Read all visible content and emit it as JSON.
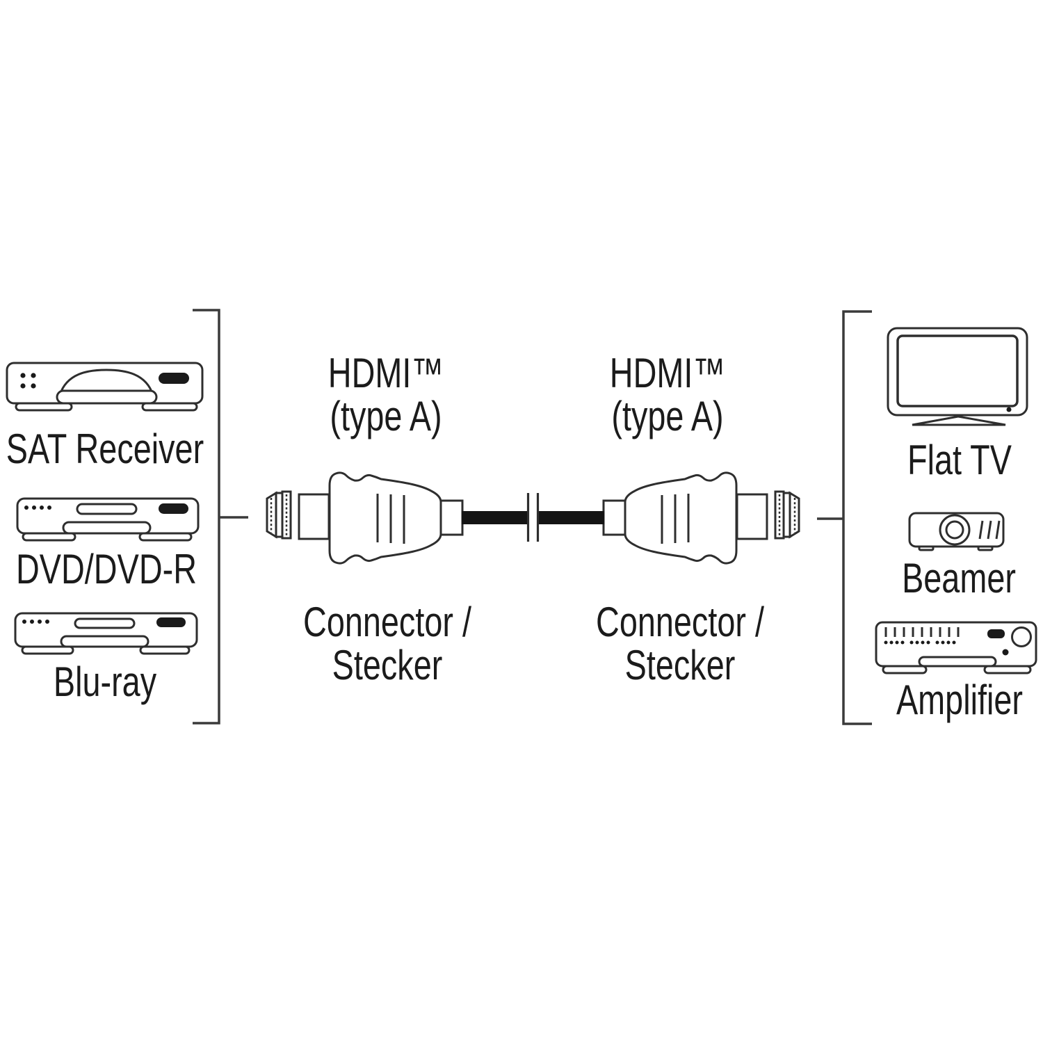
{
  "background": "#ffffff",
  "palette": {
    "line": "#2e2e2e",
    "text": "#1b1b1b",
    "cable": "#141414",
    "bracket": "#3a3a3a"
  },
  "source_devices": {
    "bracket_icon": "left-bracket",
    "items": [
      {
        "label": "SAT Receiver",
        "icon": "sat-receiver-icon"
      },
      {
        "label": "DVD/DVD-R",
        "icon": "dvd-player-icon"
      },
      {
        "label": "Blu-ray",
        "icon": "blu-ray-player-icon"
      }
    ]
  },
  "cable": {
    "left_connector": {
      "standard": "HDMI™",
      "type": "(type A)",
      "label_en": "Connector /",
      "label_de": "Stecker",
      "icon": "hdmi-plug-left-icon"
    },
    "right_connector": {
      "standard": "HDMI™",
      "type": "(type A)",
      "label_en": "Connector /",
      "label_de": "Stecker",
      "icon": "hdmi-plug-right-icon"
    }
  },
  "target_devices": {
    "bracket_icon": "right-bracket",
    "items": [
      {
        "label": "Flat TV",
        "icon": "flat-tv-icon"
      },
      {
        "label": "Beamer",
        "icon": "projector-icon"
      },
      {
        "label": "Amplifier",
        "icon": "amplifier-icon"
      }
    ]
  }
}
